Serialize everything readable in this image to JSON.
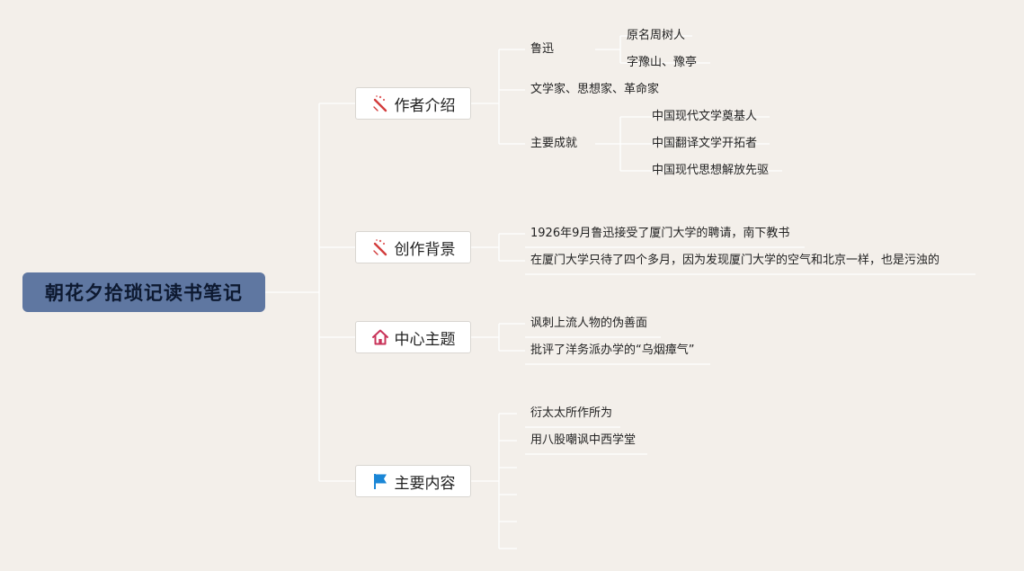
{
  "root": {
    "title": "朝花夕拾琐记读书笔记"
  },
  "topics": {
    "author": {
      "label": "作者介绍",
      "icon": "magic-wand-icon",
      "luxun": {
        "label": "鲁迅",
        "children": [
          "原名周树人",
          "字豫山、豫亭"
        ]
      },
      "identity": "文学家、思想家、革命家",
      "achievements": {
        "label": "主要成就",
        "children": [
          "中国现代文学奠基人",
          "中国翻译文学开拓者",
          "中国现代思想解放先驱"
        ]
      }
    },
    "background": {
      "label": "创作背景",
      "icon": "magic-wand-icon",
      "children": [
        "1926年9月鲁迅接受了厦门大学的聘请，南下教书",
        "在厦门大学只待了四个多月，因为发现厦门大学的空气和北京一样，也是污浊的"
      ]
    },
    "theme": {
      "label": "中心主题",
      "icon": "home-icon",
      "children": [
        "讽刺上流人物的伪善面",
        "批评了洋务派办学的“乌烟瘴气”"
      ]
    },
    "content": {
      "label": "主要内容",
      "icon": "flag-icon",
      "children": [
        "衍太太所作所为",
        "用八股嘲讽中西学堂"
      ]
    }
  },
  "colors": {
    "background": "#f3efea",
    "root": "#5f77a1",
    "connector": "#ffffff",
    "wand": "#d23c3c",
    "home": "#c9345a",
    "flag": "#1a86d6"
  }
}
